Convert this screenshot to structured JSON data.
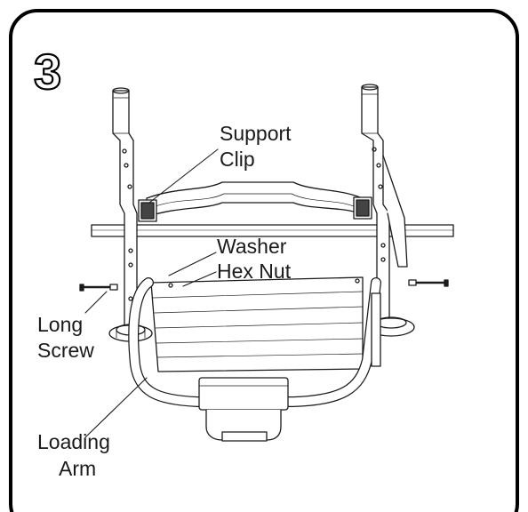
{
  "step": {
    "number": "3"
  },
  "labels": {
    "support_clip_line1": "Support",
    "support_clip_line2": "Clip",
    "washer": "Washer",
    "hex_nut": "Hex Nut",
    "long_screw_line1": "Long",
    "long_screw_line2": "Screw",
    "loading_arm_line1": "Loading",
    "loading_arm_line2": "Arm"
  },
  "colors": {
    "stroke": "#1a1a1a",
    "frame": "#000000",
    "background": "#ffffff"
  }
}
